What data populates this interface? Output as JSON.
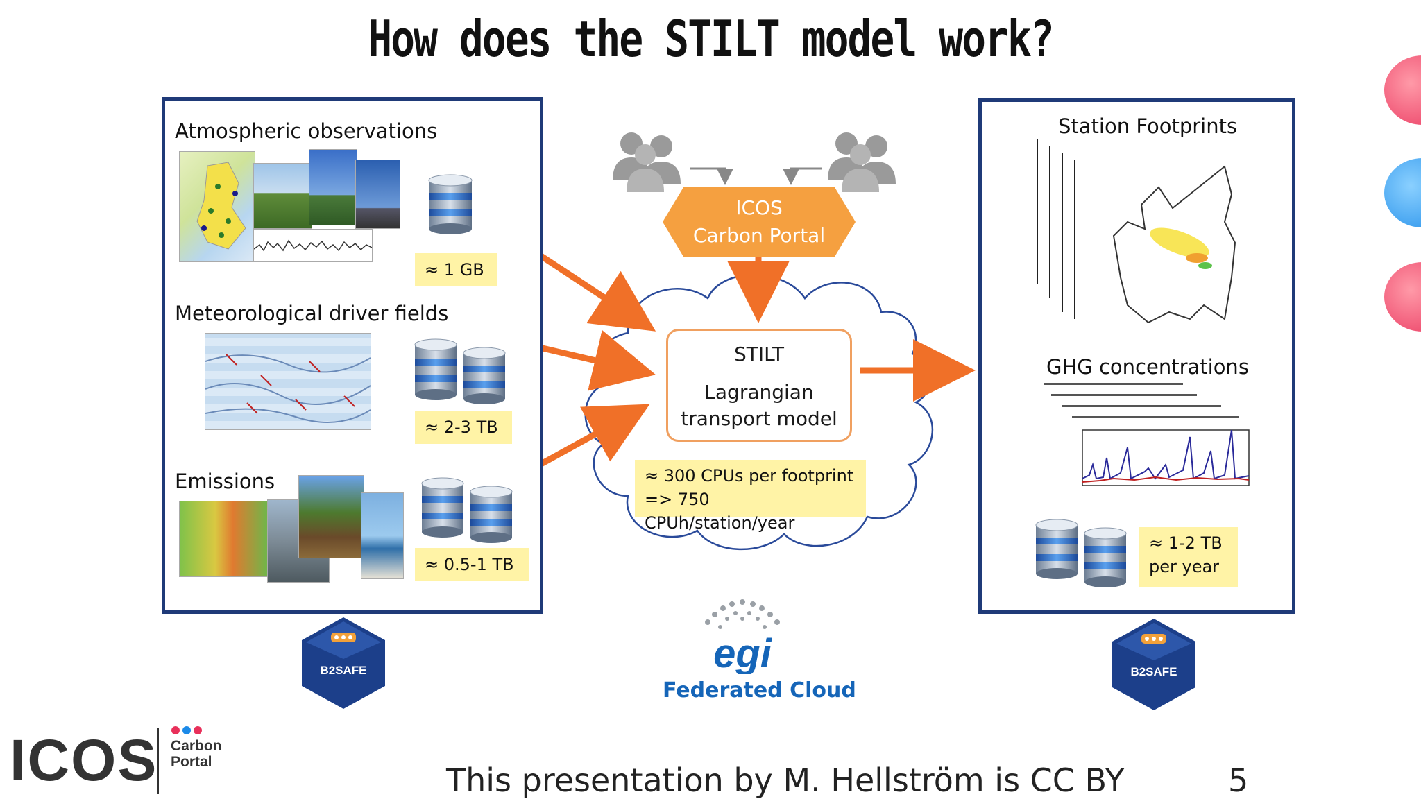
{
  "title": "How does the STILT model work?",
  "left_panel": {
    "sections": [
      {
        "label": "Atmospheric observations",
        "size": "≈ 1 GB"
      },
      {
        "label": "Meteorological driver fields",
        "size": "≈ 2-3 TB"
      },
      {
        "label": "Emissions",
        "size": "≈ 0.5-1 TB"
      }
    ]
  },
  "center": {
    "portal_line1": "ICOS",
    "portal_line2": "Carbon Portal",
    "model_name": "STILT",
    "model_desc_line1": "Lagrangian",
    "model_desc_line2": "transport model",
    "cpu_line1": "≈ 300 CPUs per footprint",
    "cpu_line2": "=> 750 CPUh/station/year",
    "cloud_provider_logo": "egi",
    "cloud_provider_label": "Federated Cloud"
  },
  "right_panel": {
    "footprints_label": "Station Footprints",
    "ghg_label": "GHG concentrations",
    "size_line1": "≈ 1-2 TB",
    "size_line2": "per year"
  },
  "badges": {
    "left": "B2SAFE",
    "right": "B2SAFE"
  },
  "footer": {
    "logo_main": "ICOS",
    "logo_sub1": "Carbon",
    "logo_sub2": "Portal",
    "credit": "This presentation by M. Hellström is  CC BY",
    "page_number": "5"
  },
  "colors": {
    "panel_border": "#1f3a78",
    "arrow": "#f07028",
    "note_bg": "#fff3a6",
    "portal": "#f5a040",
    "egi_blue": "#1565b8",
    "hex_badge": "#1c3f8a"
  }
}
